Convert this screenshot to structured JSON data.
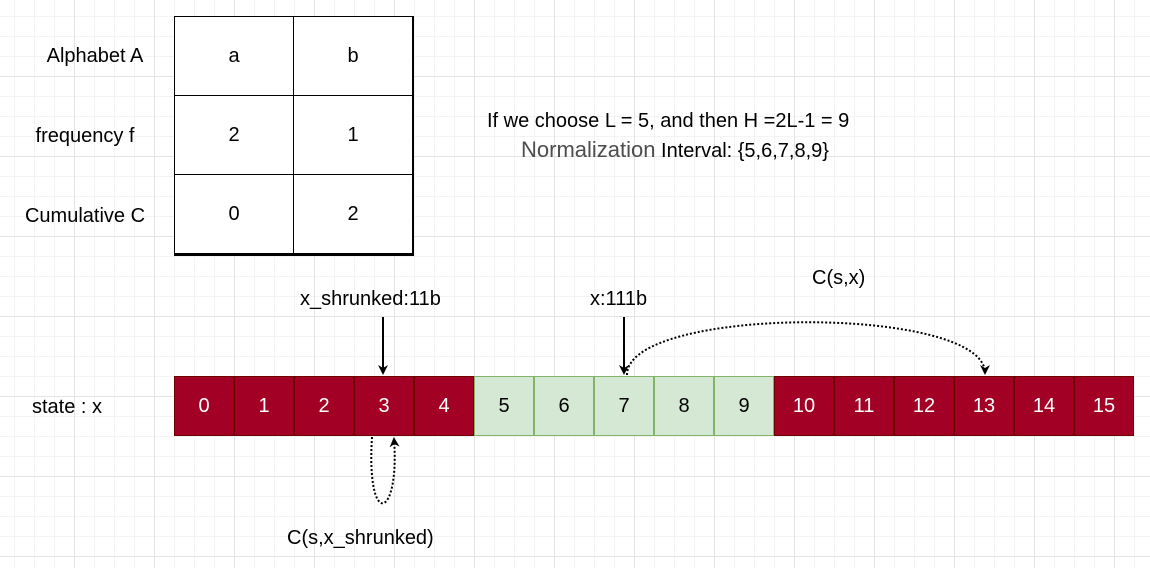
{
  "colors": {
    "state_red_fill": "#a20025",
    "state_green_fill": "#d5e8d4",
    "state_green_border": "#82b366",
    "normalization_text": "#4d4d4d"
  },
  "table": {
    "row_labels": [
      "Alphabet A",
      "frequency f",
      "Cumulative C"
    ],
    "rows": [
      [
        "a",
        "b"
      ],
      [
        "2",
        "1"
      ],
      [
        "0",
        "2"
      ]
    ]
  },
  "info": {
    "line1": "If we choose L = 5, and then H =2L-1 = 9",
    "normalization_word": "Normalization",
    "interval_text": " Interval: {5,6,7,8,9}"
  },
  "state_row": {
    "label": "state : x",
    "cells": [
      {
        "value": "0",
        "color": "#a20025"
      },
      {
        "value": "1",
        "color": "#a20025"
      },
      {
        "value": "2",
        "color": "#a20025"
      },
      {
        "value": "3",
        "color": "#a20025"
      },
      {
        "value": "4",
        "color": "#a20025"
      },
      {
        "value": "5",
        "color": "#d5e8d4"
      },
      {
        "value": "6",
        "color": "#d5e8d4"
      },
      {
        "value": "7",
        "color": "#d5e8d4"
      },
      {
        "value": "8",
        "color": "#d5e8d4"
      },
      {
        "value": "9",
        "color": "#d5e8d4"
      },
      {
        "value": "10",
        "color": "#a20025"
      },
      {
        "value": "11",
        "color": "#a20025"
      },
      {
        "value": "12",
        "color": "#a20025"
      },
      {
        "value": "13",
        "color": "#a20025"
      },
      {
        "value": "14",
        "color": "#a20025"
      },
      {
        "value": "15",
        "color": "#a20025"
      }
    ]
  },
  "annotations": {
    "x_shrunked": "x_shrunked:11b",
    "x": "x:111b",
    "c_s_x": "C(s,x)",
    "c_s_x_shrunked": "C(s,x_shrunked)"
  }
}
